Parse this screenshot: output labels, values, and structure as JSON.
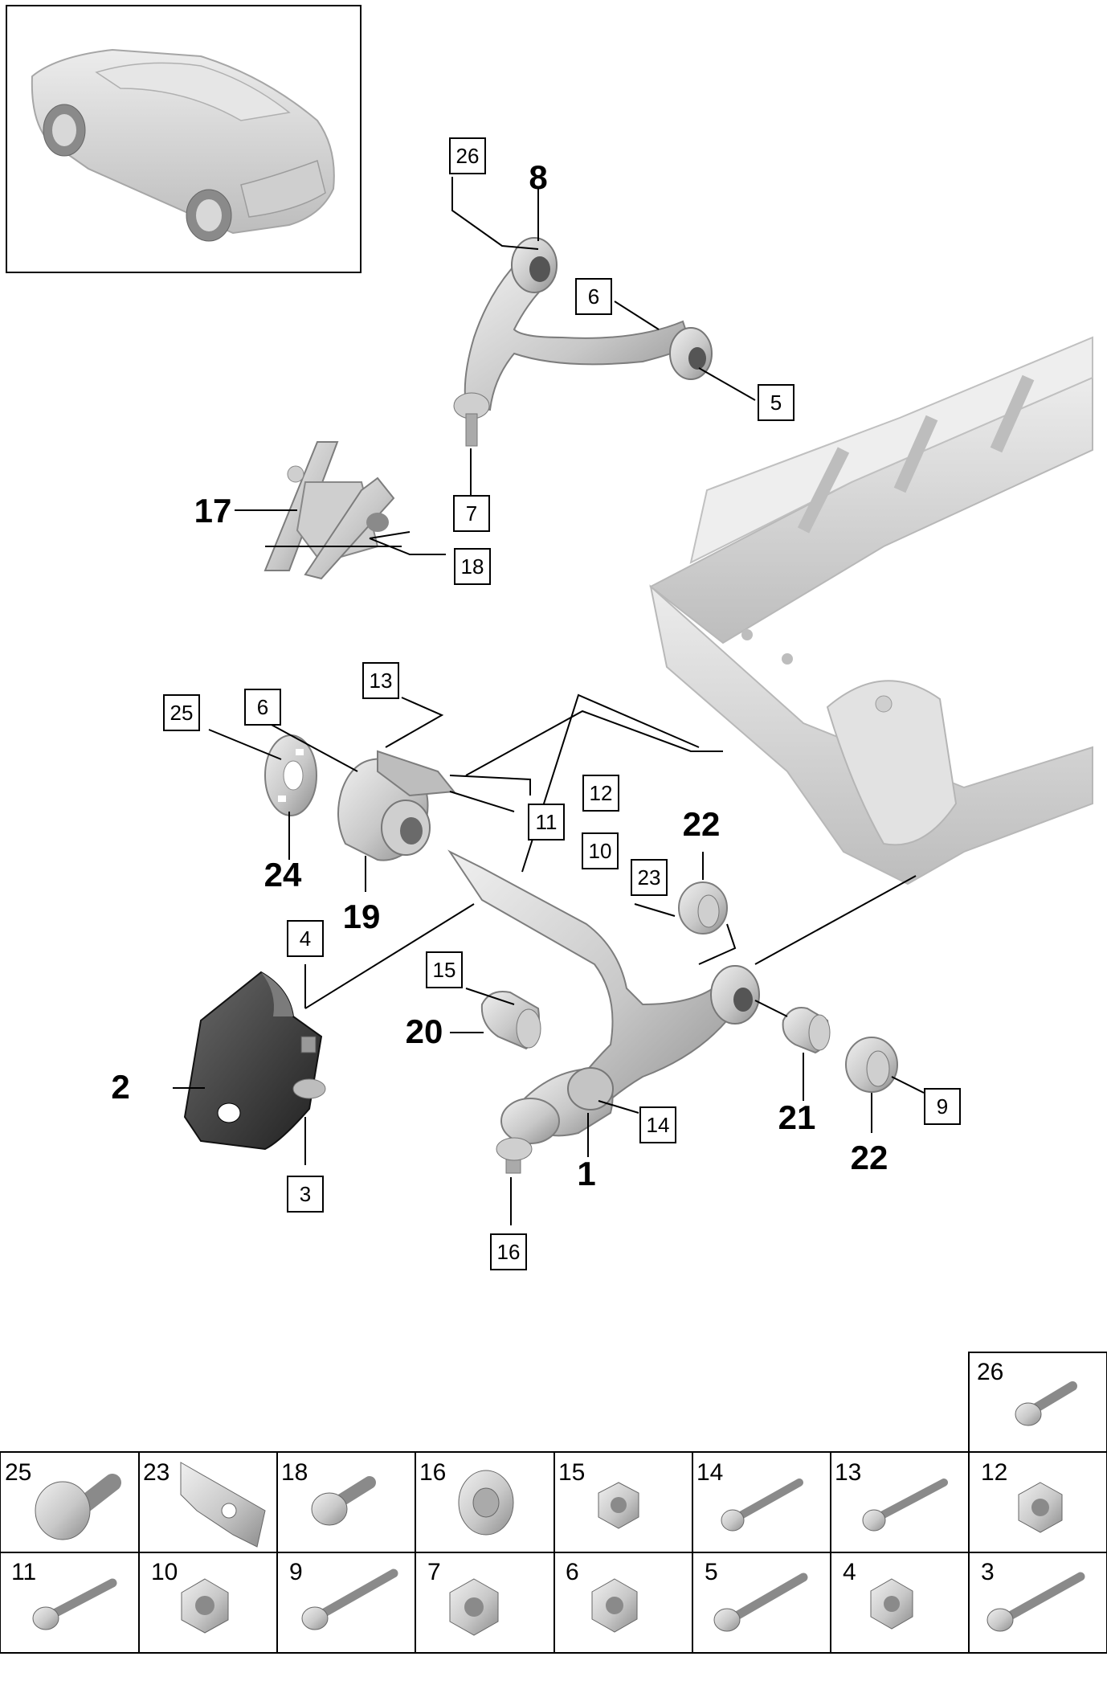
{
  "callouts_bold": [
    "8",
    "17",
    "24",
    "19",
    "2",
    "20",
    "1",
    "21",
    "22",
    "22"
  ],
  "callouts_boxed": [
    "26",
    "6",
    "5",
    "7",
    "18",
    "13",
    "25",
    "6",
    "12",
    "11",
    "10",
    "23",
    "4",
    "15",
    "14",
    "9",
    "3",
    "16"
  ],
  "legend": {
    "row_top": [
      "26"
    ],
    "row_middle": [
      "25",
      "23",
      "18",
      "16",
      "15",
      "14",
      "13",
      "12"
    ],
    "row_bottom": [
      "11",
      "10",
      "9",
      "7",
      "6",
      "5",
      "4",
      "3"
    ]
  },
  "colors": {
    "line": "#000000",
    "part_fill": "#d4d4d4",
    "part_shade": "#9a9a9a",
    "background": "#ffffff"
  }
}
